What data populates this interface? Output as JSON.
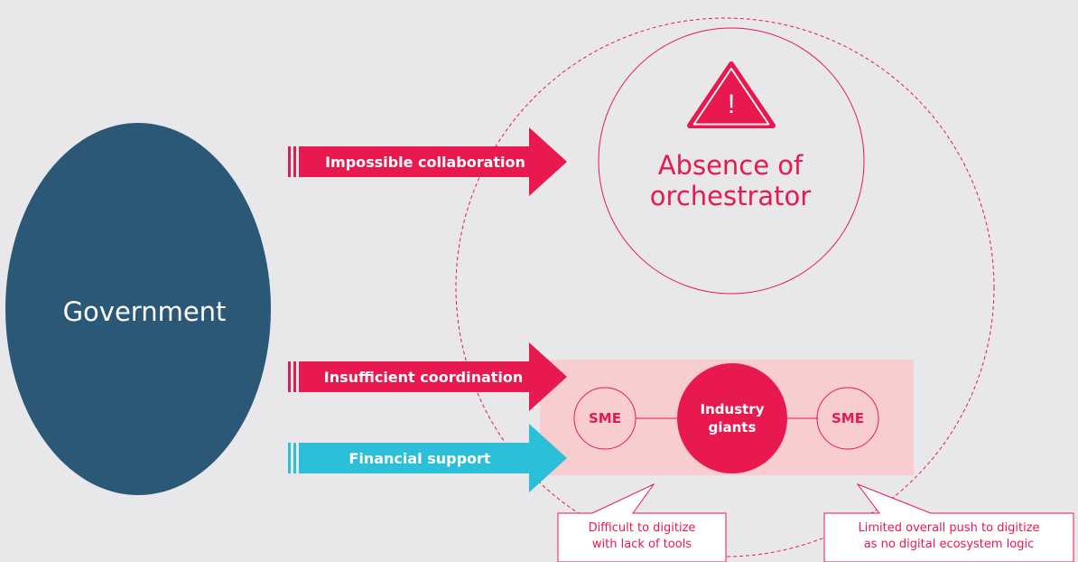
{
  "government": {
    "label": "Government"
  },
  "arrows": [
    {
      "id": "impossible",
      "label": "Impossible collaboration",
      "color": "#e8194f"
    },
    {
      "id": "insufficient",
      "label": "Insufficient coordination",
      "color": "#e8194f"
    },
    {
      "id": "financial",
      "label": "Financial support",
      "color": "#2bbfd9"
    }
  ],
  "orchestrator": {
    "warning_icon": "warning-triangle-icon",
    "warning_symbol": "!",
    "line1": "Absence of",
    "line2": "orchestrator"
  },
  "ecosystem": {
    "sme_left": "SME",
    "giants_line1": "Industry",
    "giants_line2": "giants",
    "sme_right": "SME"
  },
  "callouts": {
    "left_line1": "Difficult to digitize",
    "left_line2": "with lack of tools",
    "right_line1": "Limited overall push to digitize",
    "right_line2": "as no digital ecosystem logic"
  },
  "colors": {
    "background": "#e8e8ea",
    "government": "#2b5876",
    "accent": "#e8194f",
    "financial": "#2bbfd9",
    "ecosystem_band": "#f7cdd0"
  }
}
